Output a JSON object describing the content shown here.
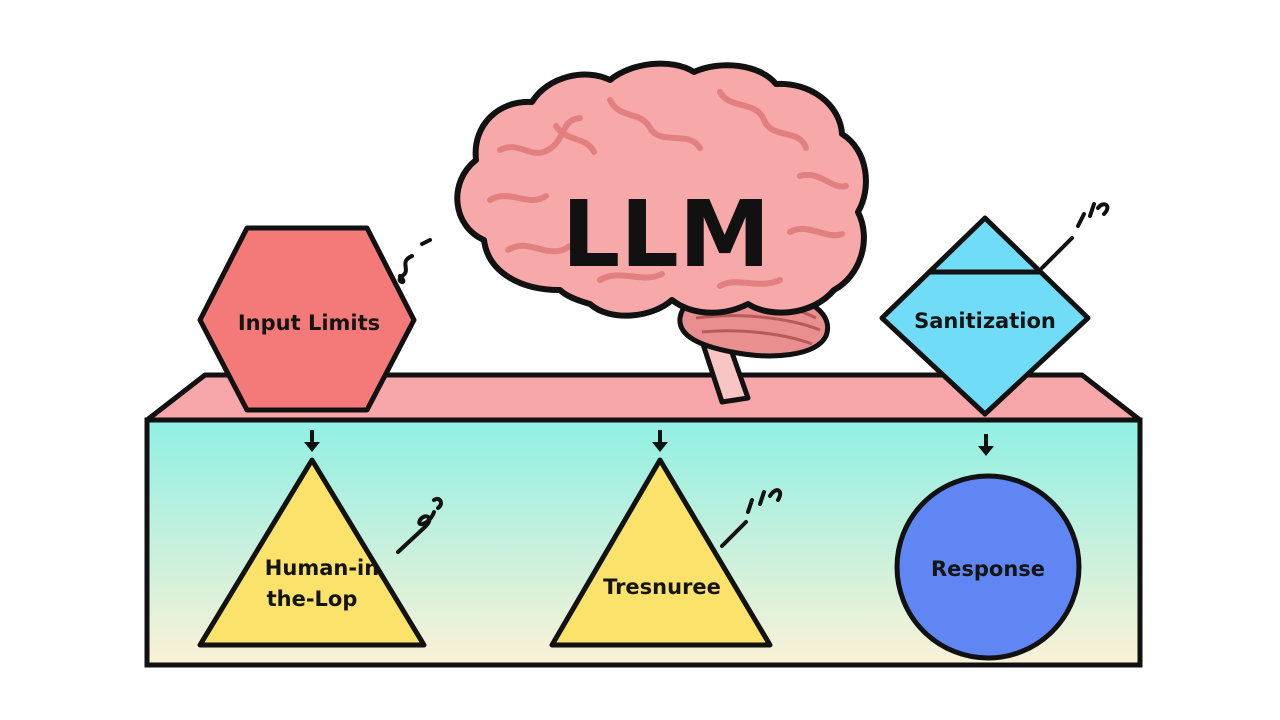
{
  "diagram": {
    "title": "LLM",
    "nodes": [
      {
        "id": "input-limits",
        "label": "Input Limits",
        "shape": "hexagon",
        "color": "#f47a7a"
      },
      {
        "id": "sanitization",
        "label": "Sanitization",
        "shape": "diamond",
        "color": "#70dcf8"
      },
      {
        "id": "human-in-the-loop",
        "label_line1": "Human-in",
        "label_line2": "the-Lop",
        "shape": "triangle",
        "color": "#fbe26a"
      },
      {
        "id": "tresnuree",
        "label": "Tresnuree",
        "shape": "triangle",
        "color": "#fbe26a"
      },
      {
        "id": "response",
        "label": "Response",
        "shape": "circle",
        "color": "#5f86f2"
      }
    ],
    "colors": {
      "brain": "#f6a9a8",
      "brain_folds": "#e27f80",
      "platform_top": "#f7a6aa",
      "platform_front_top": "#8ff0e4",
      "platform_front_bottom": "#fbf1d6",
      "outline": "#111111"
    }
  }
}
